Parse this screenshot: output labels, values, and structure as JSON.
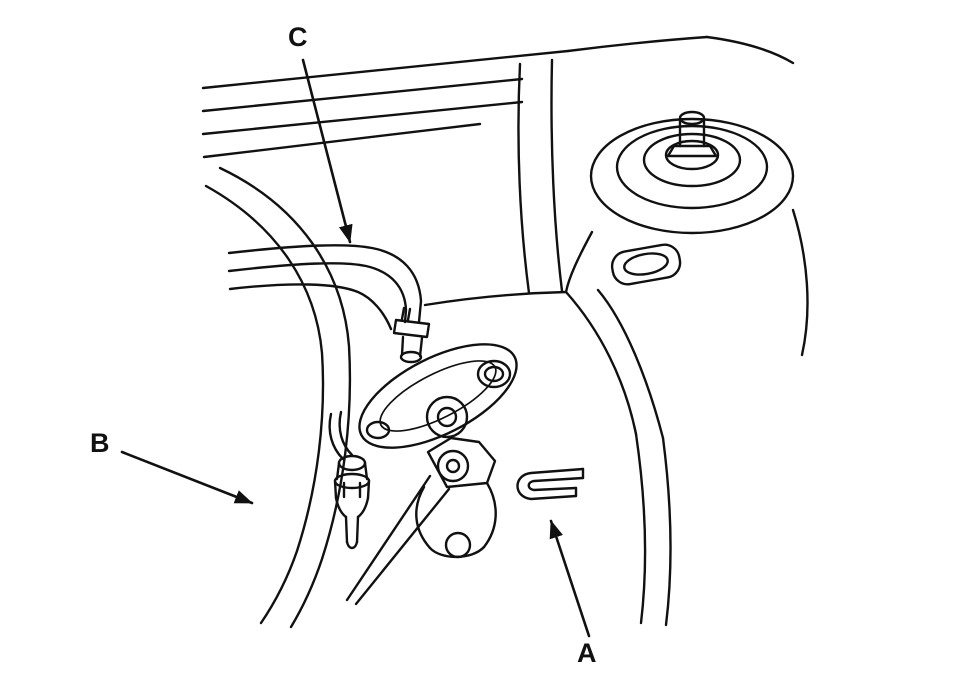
{
  "figure": {
    "description": "Black-and-white service-manual line illustration of an engine compartment: strut tower at right, fender panel at left, a hose with clamp (C), a fitting/switch on a cylinder flange (B), and a U-shaped retaining clip (A).",
    "callout_labels": {
      "a": "A",
      "b": "B",
      "c": "C"
    },
    "colors": {
      "background": "#ffffff",
      "line": "#111111"
    }
  }
}
